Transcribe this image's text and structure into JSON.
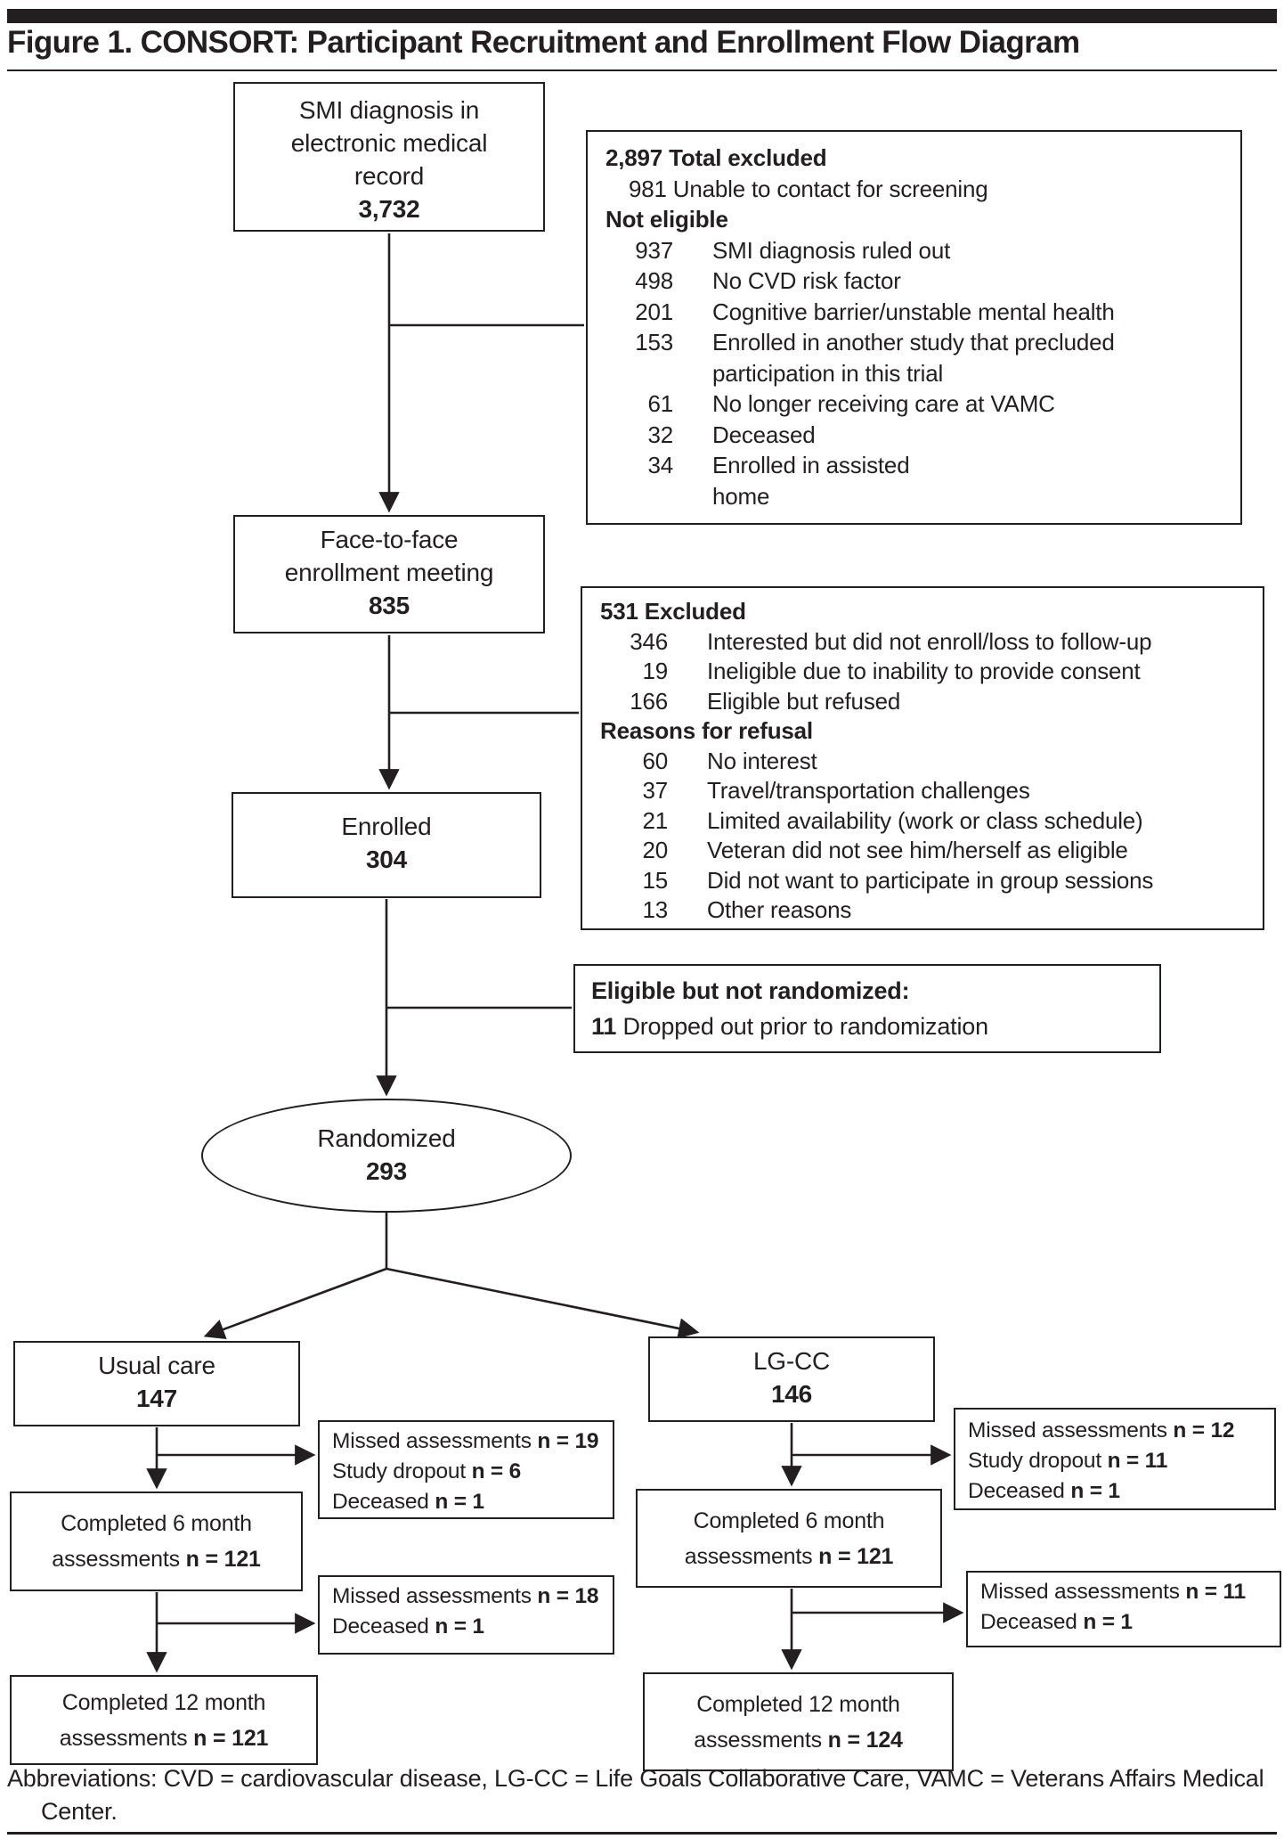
{
  "figure": {
    "title": "Figure 1. CONSORT: Participant Recruitment and Enrollment Flow Diagram",
    "abbreviations": "Abbreviations: CVD = cardiovascular disease, LG-CC = Life Goals Collaborative Care, VAMC = Veterans Affairs Medical Center."
  },
  "colors": {
    "ink": "#231f20",
    "paper": "#ffffff"
  },
  "nodes": {
    "smi": {
      "label": "SMI diagnosis in\nelectronic medical\nrecord",
      "value": "3,732"
    },
    "face": {
      "label": "Face-to-face\nenrollment meeting",
      "value": "835"
    },
    "enrolled": {
      "label": "Enrolled",
      "value": "304"
    },
    "randomized": {
      "label": "Randomized",
      "value": "293"
    },
    "usual_care": {
      "label": "Usual care",
      "value": "147"
    },
    "lgcc": {
      "label": "LG-CC",
      "value": "146"
    }
  },
  "excluded_screening": {
    "header": "2,897 Total excluded",
    "unable": "981 Unable to contact for screening",
    "subheader": "Not eligible",
    "items": [
      {
        "n": "937",
        "text": "SMI diagnosis ruled out"
      },
      {
        "n": "498",
        "text": "No CVD risk factor"
      },
      {
        "n": "201",
        "text": "Cognitive barrier/unstable mental health"
      },
      {
        "n": "153",
        "text": "Enrolled in another study that precluded\nparticipation in this trial"
      },
      {
        "n": "61",
        "text": "No longer receiving care at VAMC"
      },
      {
        "n": "32",
        "text": "Deceased"
      },
      {
        "n": "34",
        "text": "Enrolled in assisted\nhome"
      }
    ]
  },
  "excluded_enrollment": {
    "header": "531 Excluded",
    "items": [
      {
        "n": "346",
        "text": "Interested but did not enroll/loss to follow-up"
      },
      {
        "n": "19",
        "text": "Ineligible due to inability to provide consent"
      },
      {
        "n": "166",
        "text": "Eligible but refused"
      }
    ],
    "subheader": "Reasons for refusal",
    "reasons": [
      {
        "n": "60",
        "text": "No interest"
      },
      {
        "n": "37",
        "text": "Travel/transportation challenges"
      },
      {
        "n": "21",
        "text": "Limited availability (work or class schedule)"
      },
      {
        "n": "20",
        "text": "Veteran did not see him/herself as eligible"
      },
      {
        "n": "15",
        "text": "Did not want to participate in group sessions"
      },
      {
        "n": "13",
        "text": "Other reasons"
      }
    ]
  },
  "not_randomized": {
    "header": "Eligible but not randomized:",
    "n": "11",
    "text": "Dropped out prior to randomization"
  },
  "usual_arm": {
    "missed_6mo": [
      {
        "pre": "Missed assessments ",
        "n": "n = 19"
      },
      {
        "pre": "Study dropout ",
        "n": "n = 6"
      },
      {
        "pre": "Deceased ",
        "n": "n = 1"
      }
    ],
    "completed_6mo": {
      "line1": "Completed 6 month",
      "pre": "assessments ",
      "n": "n = 121"
    },
    "missed_12mo": [
      {
        "pre": "Missed assessments ",
        "n": "n = 18"
      },
      {
        "pre": "Deceased ",
        "n": "n = 1"
      }
    ],
    "completed_12mo": {
      "line1": "Completed 12 month",
      "pre": "assessments ",
      "n": "n = 121"
    }
  },
  "lgcc_arm": {
    "missed_6mo": [
      {
        "pre": "Missed assessments ",
        "n": "n = 12"
      },
      {
        "pre": "Study dropout ",
        "n": "n = 11"
      },
      {
        "pre": "Deceased ",
        "n": "n = 1"
      }
    ],
    "completed_6mo": {
      "line1": "Completed 6 month",
      "pre": "assessments ",
      "n": "n = 121"
    },
    "missed_12mo": [
      {
        "pre": "Missed assessments ",
        "n": "n = 11"
      },
      {
        "pre": "Deceased ",
        "n": "n = 1"
      }
    ],
    "completed_12mo": {
      "line1": "Completed 12 month",
      "pre": "assessments ",
      "n": "n = 124"
    }
  }
}
